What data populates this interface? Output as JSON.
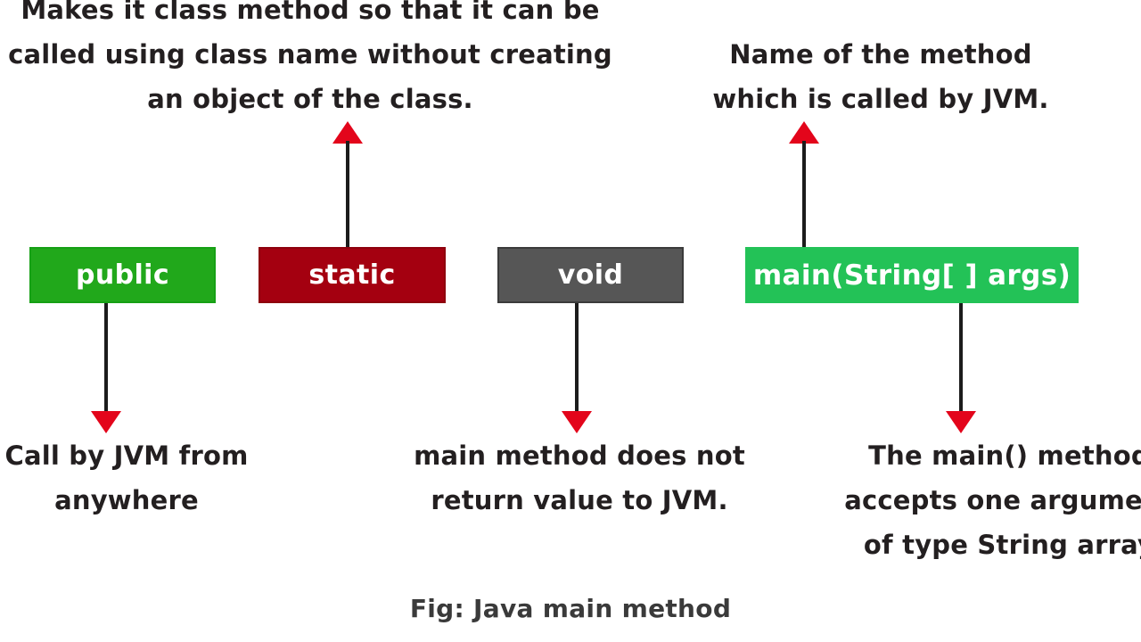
{
  "figure": {
    "caption": "Fig: Java main method",
    "background_color": "#ffffff",
    "text_color": "#231f20",
    "arrow_head_color": "#e3051b",
    "arrow_stem_color": "#1c1c1c"
  },
  "boxes": [
    {
      "id": "public",
      "label": "public",
      "fill_color": "#21a81b",
      "text_color": "#ffffff"
    },
    {
      "id": "static",
      "label": "static",
      "fill_color": "#a40010",
      "text_color": "#ffffff"
    },
    {
      "id": "void",
      "label": "void",
      "fill_color": "#565656",
      "text_color": "#ffffff"
    },
    {
      "id": "main",
      "label": "main(String[ ] args)",
      "fill_color": "#23c257",
      "text_color": "#ffffff"
    }
  ],
  "notes": {
    "static_note": "Makes it class method so that it can be\ncalled using class name without creating\nan object of the class.",
    "main_note": "Name of the method\nwhich is called by JVM.",
    "public_note": "Call by JVM from\nanywhere",
    "void_note": "main method does not\nreturn value to JVM.",
    "args_note": "The main() method\naccepts one argument\nof type String array"
  },
  "arrows": [
    {
      "id": "static-up",
      "direction": "up",
      "from": "static-box",
      "to": "static-note"
    },
    {
      "id": "main-up",
      "direction": "up",
      "from": "main-box",
      "to": "main-note"
    },
    {
      "id": "public-down",
      "direction": "down",
      "from": "public-box",
      "to": "public-note"
    },
    {
      "id": "void-down",
      "direction": "down",
      "from": "void-box",
      "to": "void-note"
    },
    {
      "id": "args-down",
      "direction": "down",
      "from": "main-box",
      "to": "args-note"
    }
  ]
}
